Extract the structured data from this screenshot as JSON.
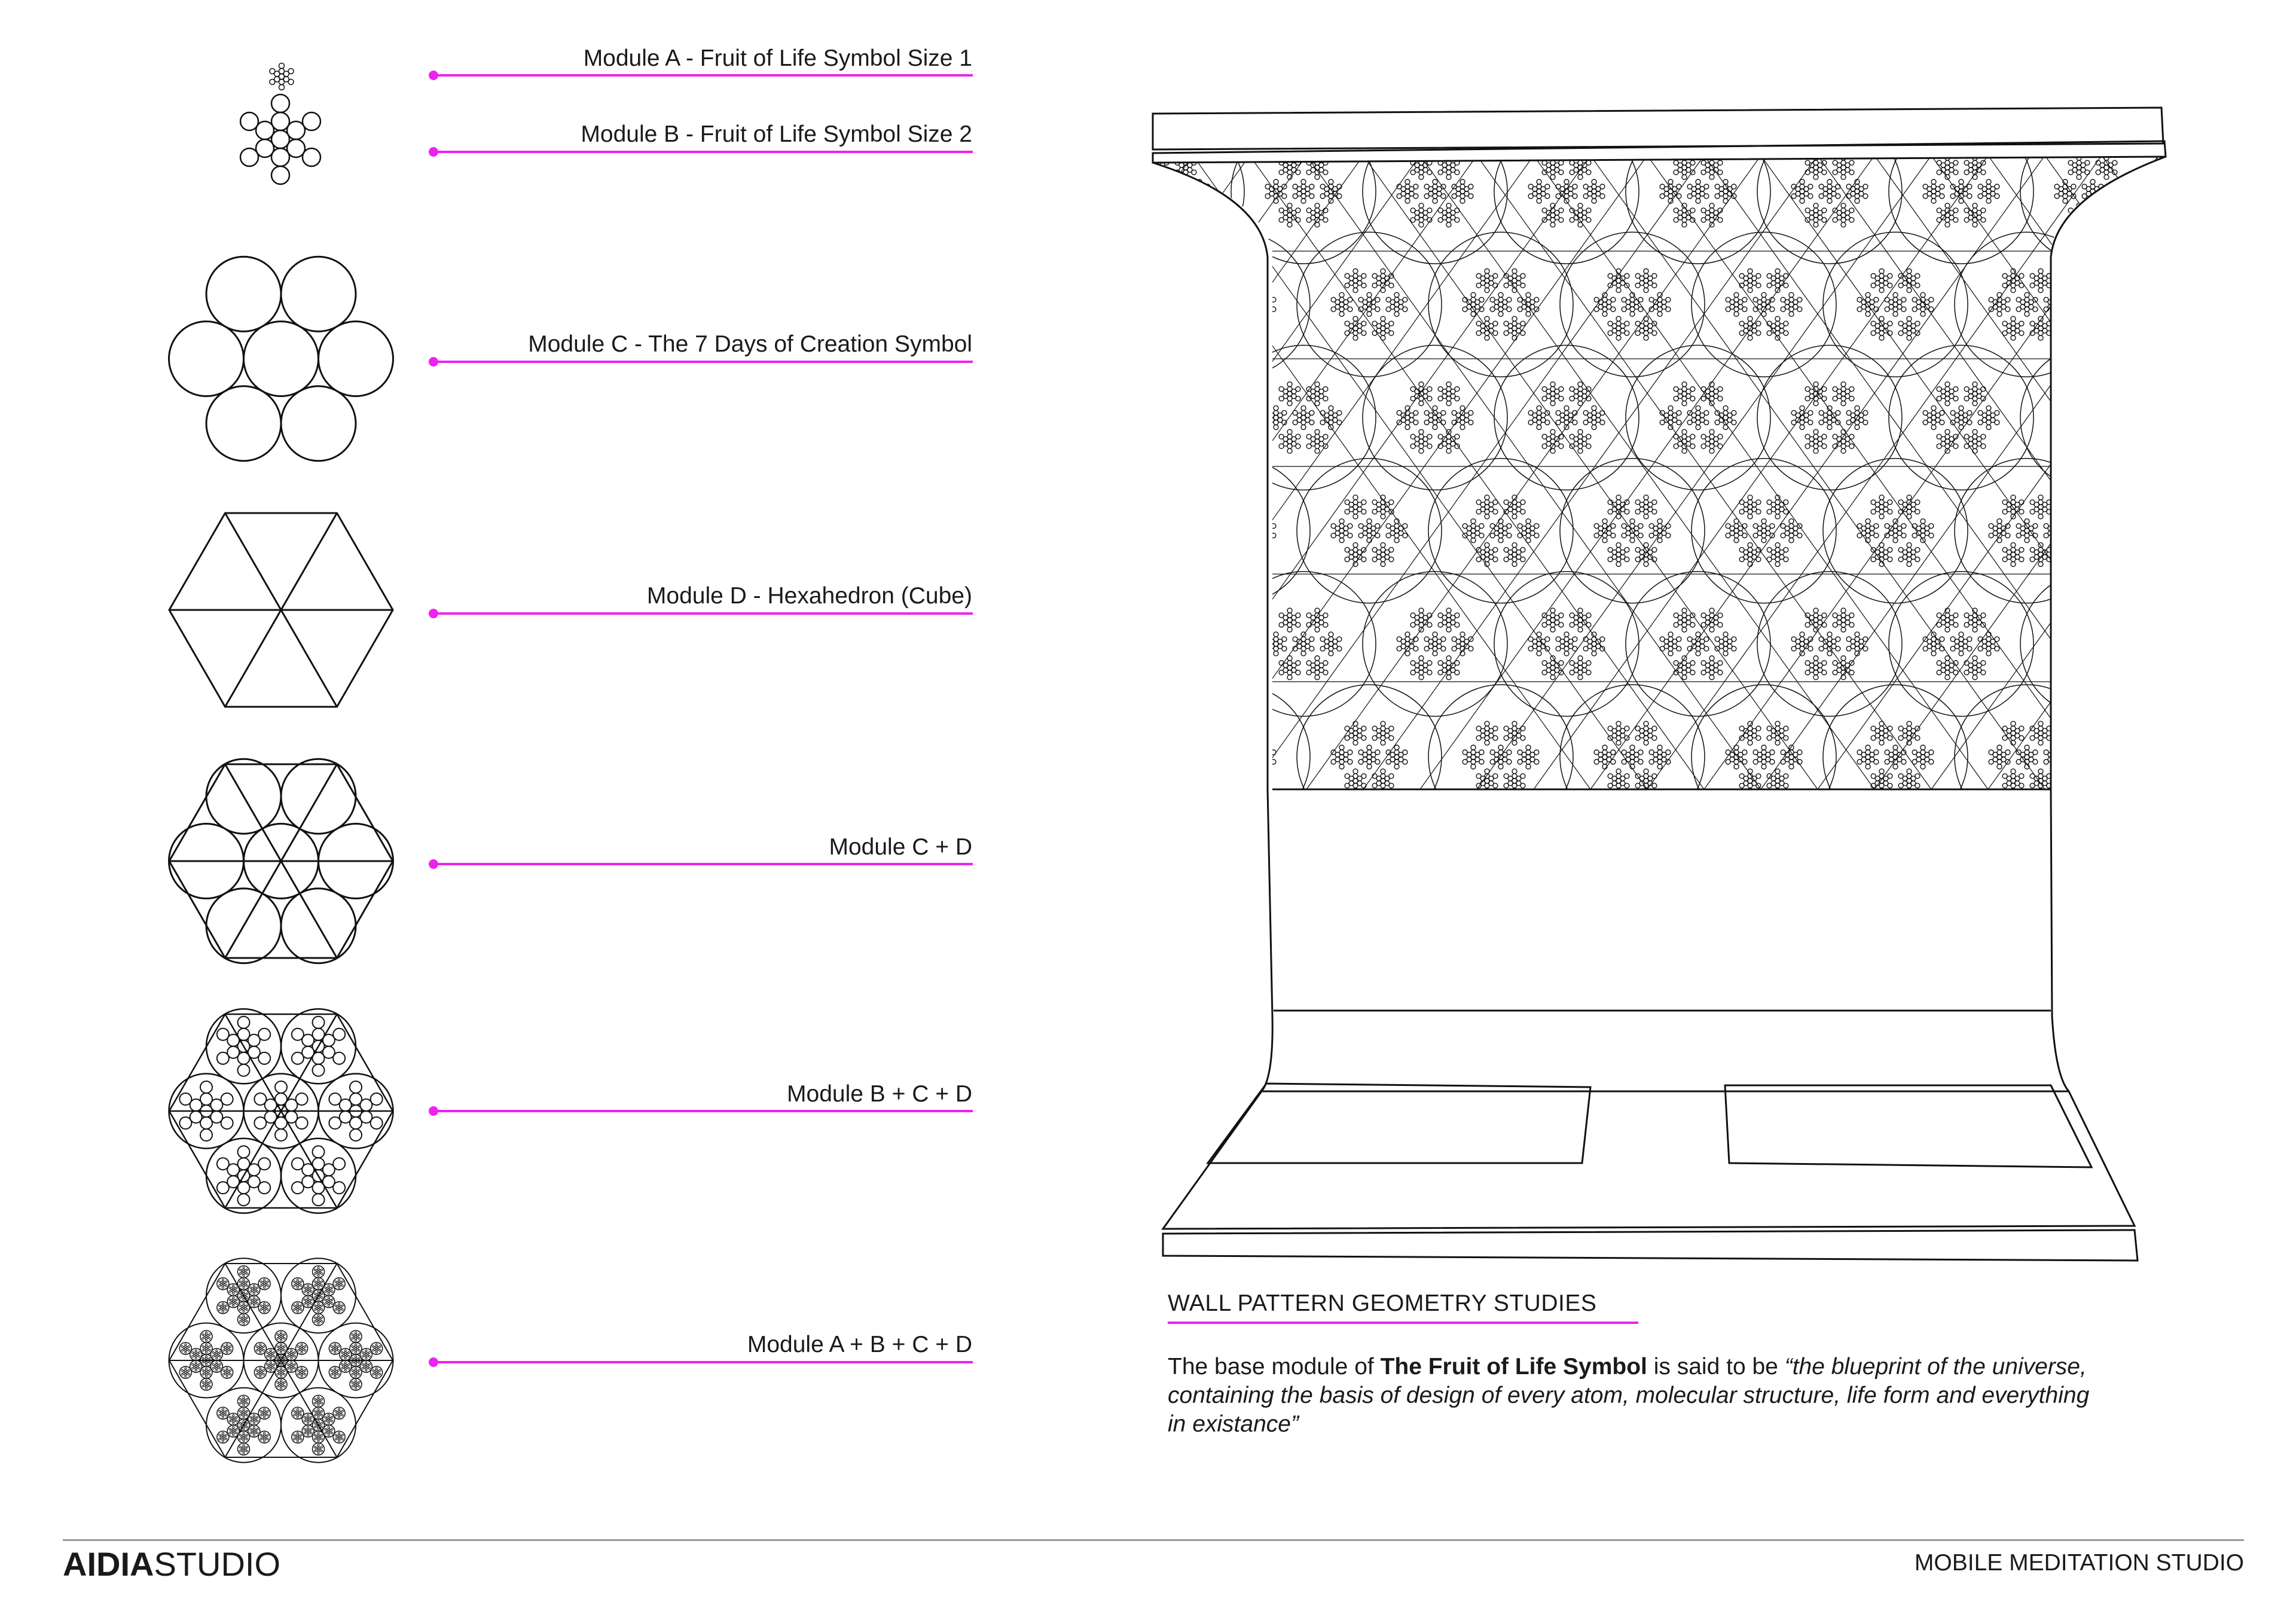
{
  "modules": [
    {
      "id": "module-a",
      "label": "Module A - Fruit of Life Symbol Size 1"
    },
    {
      "id": "module-b",
      "label": "Module B - Fruit of Life Symbol Size 2"
    },
    {
      "id": "module-c",
      "label": "Module C - The 7 Days of Creation Symbol"
    },
    {
      "id": "module-d",
      "label": "Module D - Hexahedron (Cube)"
    },
    {
      "id": "module-cd",
      "label": "Module C + D"
    },
    {
      "id": "module-bcd",
      "label": "Module B + C + D"
    },
    {
      "id": "module-abcd",
      "label": "Module A + B + C + D"
    }
  ],
  "section": {
    "heading": "WALL PATTERN GEOMETRY STUDIES",
    "desc_intro": "The base module of ",
    "desc_bold": "The Fruit of Life Symbol",
    "desc_mid": " is said to be ",
    "desc_quote": "“the blueprint of the universe, containing the basis of design of every atom, molecular structure, life form and everything in existance”"
  },
  "footer": {
    "brand_bold": "AIDIA",
    "brand_light": "STUDIO",
    "project": "MOBILE MEDITATION STUDIO"
  },
  "colors": {
    "leader": "#ee22ee",
    "linework": "#111111",
    "rule": "#9a9a9a"
  }
}
